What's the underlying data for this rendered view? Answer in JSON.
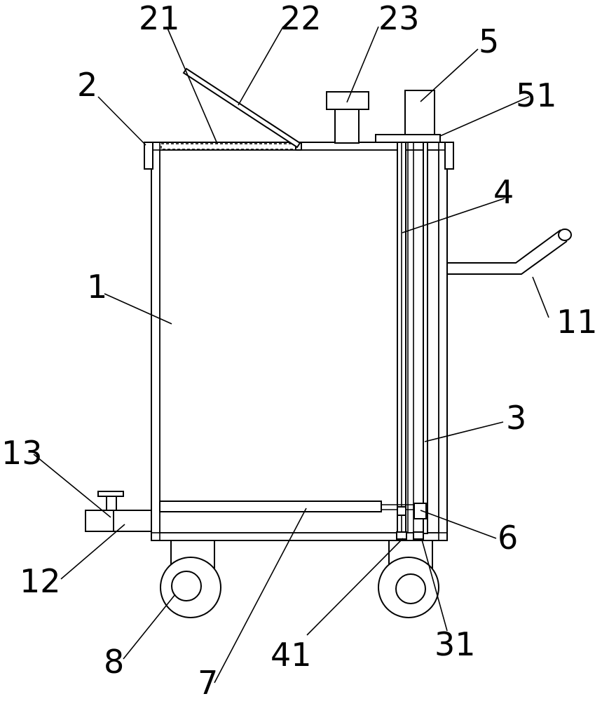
{
  "labels": {
    "l1": "1",
    "l2": "2",
    "l3": "3",
    "l4": "4",
    "l5": "5",
    "l6": "6",
    "l7": "7",
    "l8": "8",
    "l11": "11",
    "l12": "12",
    "l13": "13",
    "l21": "21",
    "l22": "22",
    "l23": "23",
    "l31": "31",
    "l41": "41",
    "l51": "51"
  }
}
